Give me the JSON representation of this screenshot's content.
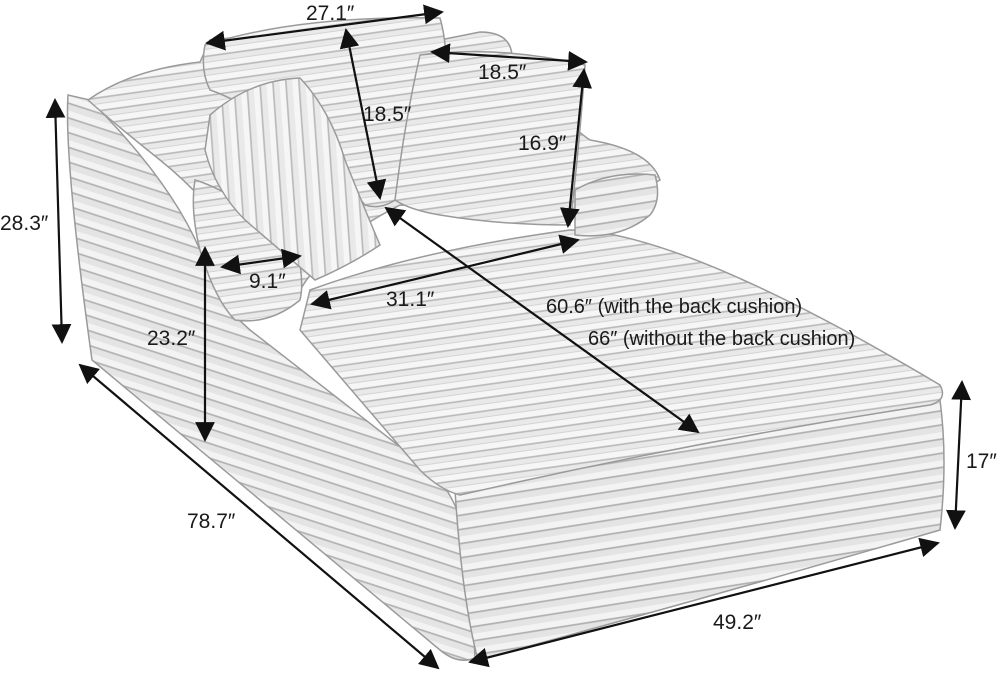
{
  "product": {
    "dimensions": {
      "back_width": "27.1″",
      "back_pillow_height": "18.5″",
      "pillow_width": "18.5″",
      "pillow_height": "16.9″",
      "overall_height": "28.3″",
      "arm_width": "9.1″",
      "seat_width": "31.1″",
      "seat_depth_with_cushion": "60.6″ (with the back cushion)",
      "seat_depth_without_cushion": "66″ (without the back cushion)",
      "arm_height": "23.2″",
      "seat_height": "17″",
      "overall_length": "78.7″",
      "overall_width": "49.2″"
    }
  }
}
